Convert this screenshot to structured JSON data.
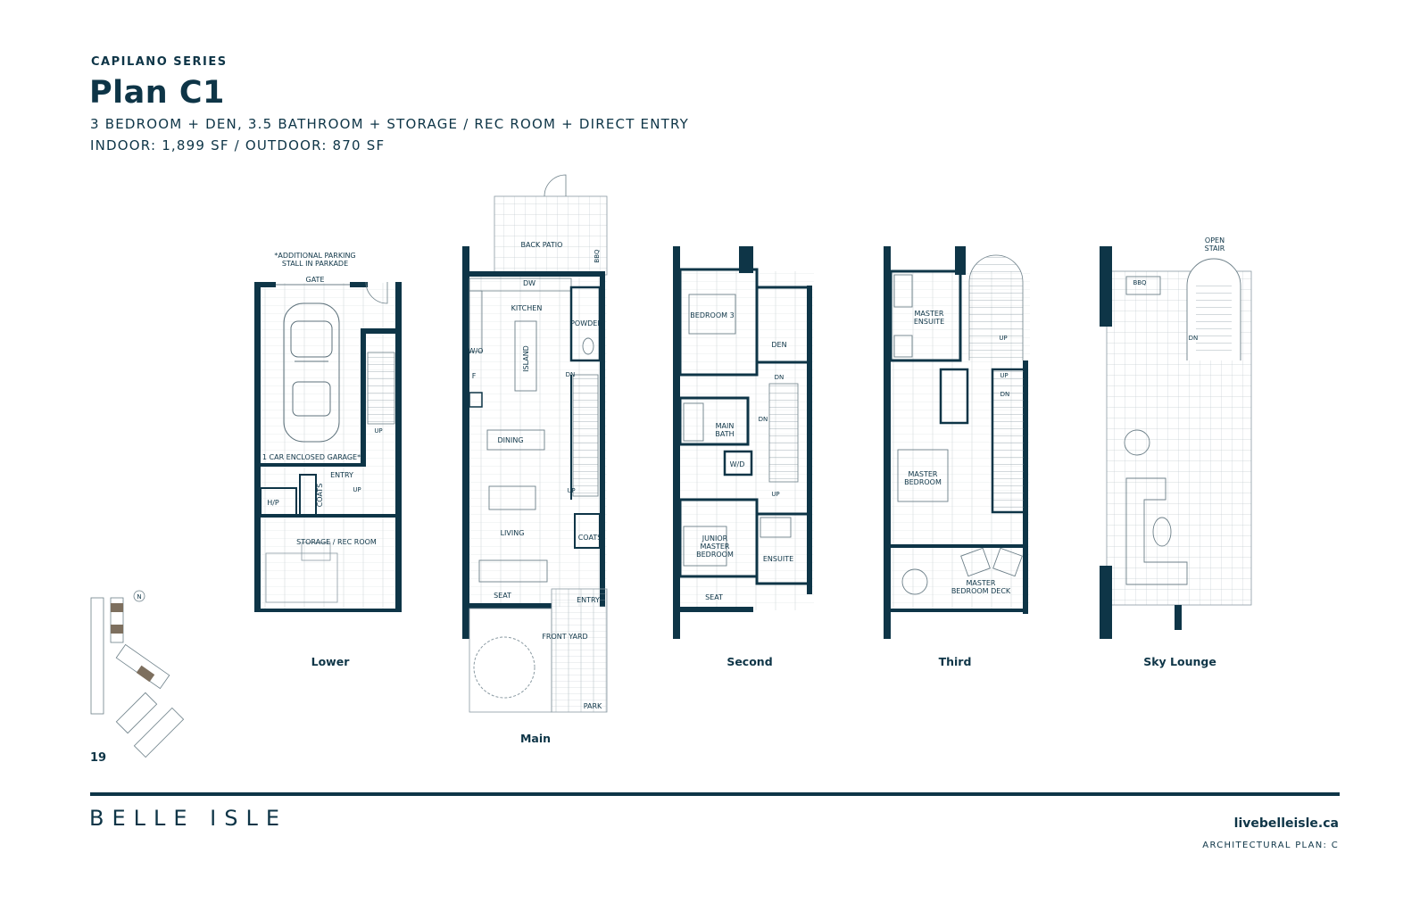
{
  "header": {
    "series": "CAPILANO SERIES",
    "plan_name": "Plan C1",
    "description": "3 BEDROOM + DEN, 3.5 BATHROOM + STORAGE / REC ROOM + DIRECT ENTRY",
    "area": "INDOOR: 1,899 SF  /  OUTDOOR: 870 SF"
  },
  "floors": {
    "lower": {
      "label": "Lower",
      "rooms": {
        "parking_note_1": "*ADDITIONAL PARKING",
        "parking_note_2": "STALL IN PARKADE",
        "gate": "GATE",
        "garage": "1 CAR ENCLOSED GARAGE*",
        "entry": "ENTRY",
        "hp": "H/P",
        "coats": "COATS",
        "storage": "STORAGE / REC ROOM",
        "up1": "UP",
        "up2": "UP"
      }
    },
    "main": {
      "label": "Main",
      "rooms": {
        "back_patio": "BACK PATIO",
        "bbq": "BBQ",
        "dw": "DW",
        "kitchen": "KITCHEN",
        "powder": "POWDER",
        "wo": "W/O",
        "island": "ISLAND",
        "f": "F",
        "dn": "DN",
        "dining": "DINING",
        "living": "LIVING",
        "up": "UP",
        "coats": "COATS",
        "seat": "SEAT",
        "entry": "ENTRY",
        "front_yard": "FRONT YARD",
        "park": "PARK"
      }
    },
    "second": {
      "label": "Second",
      "rooms": {
        "bedroom3": "BEDROOM 3",
        "den": "DEN",
        "dn1": "DN",
        "main_bath_1": "MAIN",
        "main_bath_2": "BATH",
        "dn2": "DN",
        "wd": "W/D",
        "up": "UP",
        "junior_1": "JUNIOR",
        "junior_2": "MASTER",
        "junior_3": "BEDROOM",
        "ensuite": "ENSUITE",
        "seat": "SEAT"
      }
    },
    "third": {
      "label": "Third",
      "rooms": {
        "master_ensuite_1": "MASTER",
        "master_ensuite_2": "ENSUITE",
        "up1": "UP",
        "up2": "UP",
        "dn": "DN",
        "master_bedroom_1": "MASTER",
        "master_bedroom_2": "BEDROOM",
        "deck_1": "MASTER",
        "deck_2": "BEDROOM DECK"
      }
    },
    "sky": {
      "label": "Sky Lounge",
      "rooms": {
        "open_stair_1": "OPEN",
        "open_stair_2": "STAIR",
        "bbq": "BBQ",
        "dn": "DN"
      }
    }
  },
  "key_plan": {
    "north_glyph": "N"
  },
  "footer": {
    "page_number": "19",
    "brand": "BELLE ISLE",
    "website": "livebelleisle.ca",
    "architectural_plan": "ARCHITECTURAL PLAN: C"
  },
  "colors": {
    "ink": "#0e3547",
    "line": "#6c7f88",
    "light": "#aab6bc"
  }
}
